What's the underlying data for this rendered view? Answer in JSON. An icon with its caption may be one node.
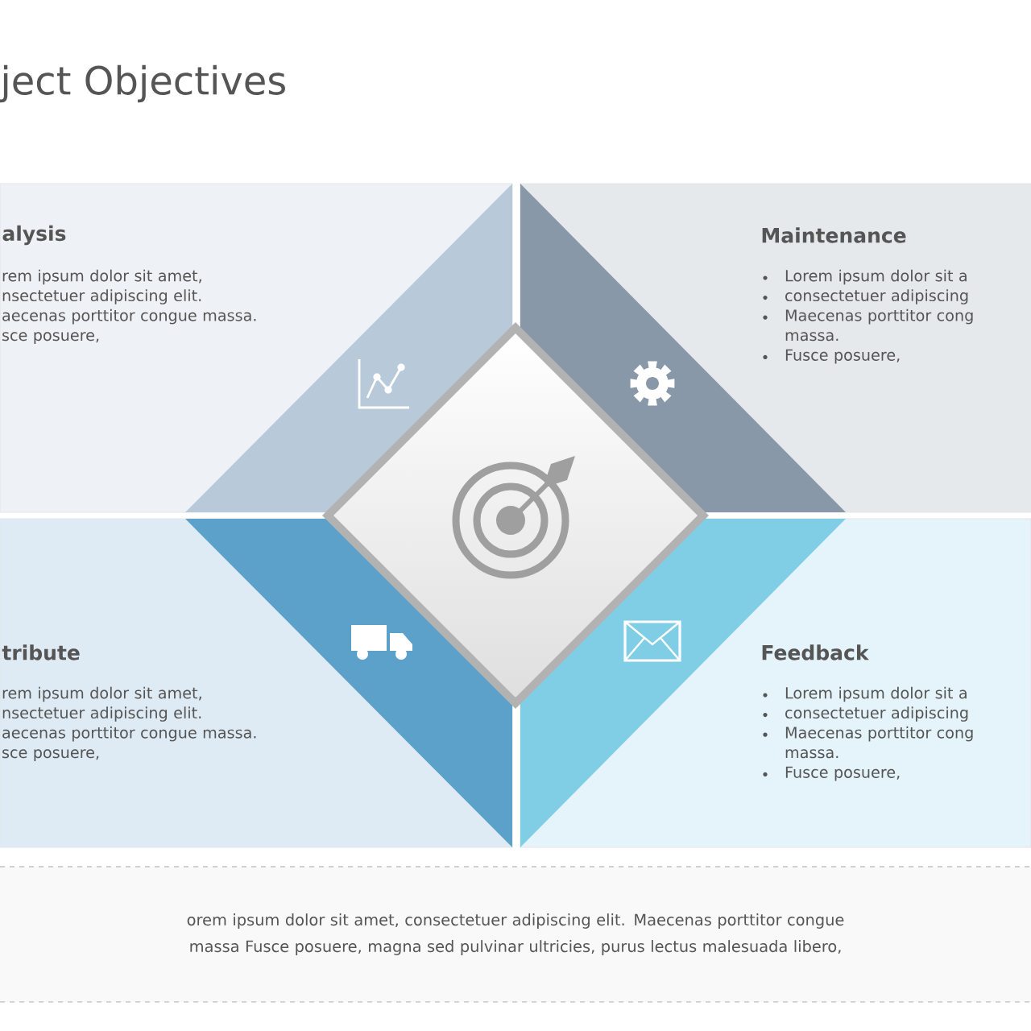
{
  "diagram": {
    "title": "ject Objectives",
    "nodes": [
      {
        "text": [
          "alysis",
          "rem ipsum dolor sit amet,",
          "nsectetuer adipiscing elit.",
          "aecenas porttitor congue massa.",
          "sce posuere,"
        ]
      },
      {
        "text": [
          "Maintenance",
          "Lorem ipsum dolor sit a",
          "consectetuer adipiscing",
          "Maecenas porttitor cong massa.",
          "Fusce posuere,"
        ]
      },
      {
        "text": [
          "tribute",
          "rem ipsum dolor sit amet,",
          "nsectetuer adipiscing elit.",
          "aecenas porttitor congue massa.",
          "sce posuere,"
        ]
      },
      {
        "text": [
          "Feedback",
          "Lorem ipsum dolor sit a",
          "consectetuer adipiscing",
          "Maecenas porttitor cong massa.",
          "Fusce posuere,"
        ]
      },
      {
        "text": [
          "orem ipsum dolor sit amet, consectetuer adipiscing elit. Maecenas porttitor congue massa Fusce posuere, magna sed pulvinar ultricies, purus lectus malesuada libero,"
        ]
      }
    ],
    "edges": []
  }
}
